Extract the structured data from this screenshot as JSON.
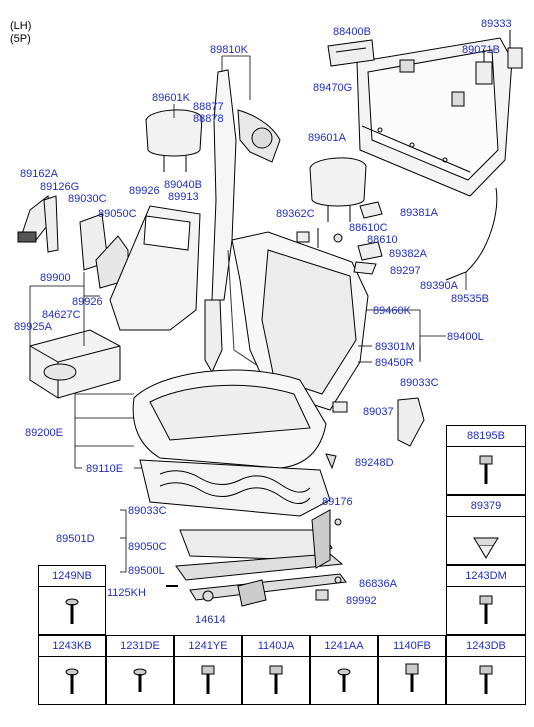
{
  "corner": {
    "line1": "(LH)",
    "line2": "(5P)"
  },
  "callouts": {
    "c88400B": "88400B",
    "c89333": "89333",
    "c89071B": "89071B",
    "c89470G": "89470G",
    "c89810K": "89810K",
    "c89601K": "89601K",
    "c88877": "88877",
    "c88878": "88878",
    "c89601A": "89601A",
    "c89162A": "89162A",
    "c89126G": "89126G",
    "c89030C": "89030C",
    "c89050C": "89050C",
    "c89926a": "89926",
    "c89040B": "89040B",
    "c89913": "89913",
    "c89362C": "89362C",
    "c89381A": "89381A",
    "c88610C": "88610C",
    "c88610": "88610",
    "c89382A": "89382A",
    "c89297": "89297",
    "c89390A": "89390A",
    "c89535B": "89535B",
    "c89900": "89900",
    "c89926b": "89926",
    "c84627C": "84627C",
    "c89925A": "89925A",
    "c89460K": "89460K",
    "c89400L": "89400L",
    "c89301M": "89301M",
    "c89450R": "89450R",
    "c89033Ca": "89033C",
    "c89037": "89037",
    "c89200E": "89200E",
    "c89248D": "89248D",
    "c89110E": "89110E",
    "c89176": "89176",
    "c89033Cb": "89033C",
    "c89501D": "89501D",
    "c89050Cb": "89050C",
    "c89500L": "89500L",
    "c86836A": "86836A",
    "c1125KH": "1125KH",
    "c89992": "89992",
    "c14614": "14614"
  },
  "fastener_table": {
    "right_column": [
      "88195B",
      "89379",
      "1243DM"
    ],
    "left_cell": "1249NB",
    "bottom_row": [
      "1243KB",
      "1231DE",
      "1241YE",
      "1140JA",
      "1241AA",
      "1140FB",
      "1243DB"
    ]
  },
  "colors": {
    "callout": "#1f2fbf",
    "line": "#000000"
  }
}
